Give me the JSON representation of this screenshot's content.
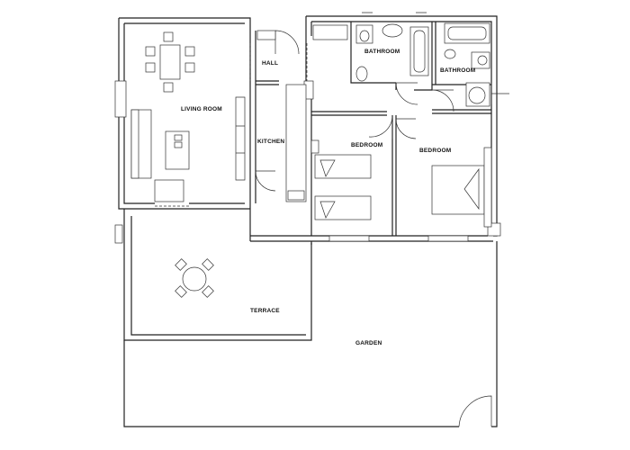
{
  "rooms": {
    "living_room": "LIVING ROOM",
    "hall": "HALL",
    "kitchen": "KITCHEN",
    "bathroom_1": "BATHROOM",
    "bathroom_2": "BATHROOM",
    "bedroom_1": "BEDROOM",
    "bedroom_2": "BEDROOM",
    "terrace": "TERRACE",
    "garden": "GARDEN"
  }
}
